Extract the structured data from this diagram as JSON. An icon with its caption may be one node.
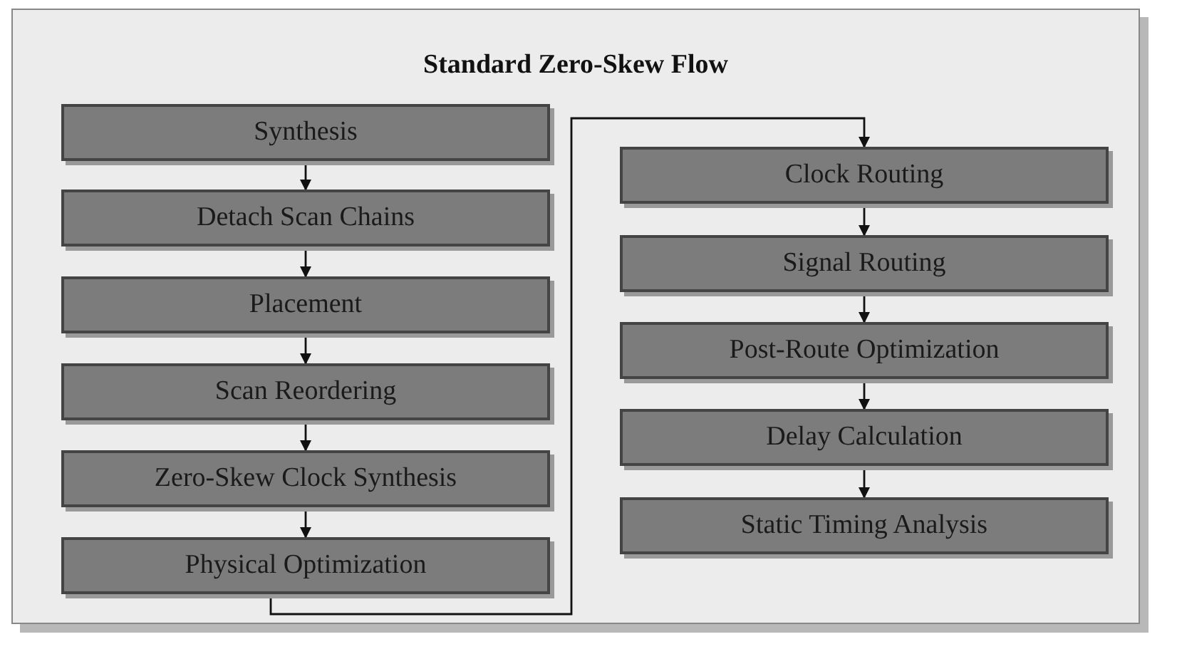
{
  "diagram": {
    "nodes": [
      {
        "text": [
          "Standard Zero-Skew Flow"
        ]
      },
      {
        "text": [
          "Synthesis"
        ],
        "in": 0
      },
      {
        "text": [
          "Detach Scan Chains"
        ],
        "in": 0
      },
      {
        "text": [
          "Placement"
        ],
        "in": 0
      },
      {
        "text": [
          "Scan Reordering"
        ],
        "in": 0
      },
      {
        "text": [
          "Zero-Skew Clock Synthesis"
        ],
        "in": 0
      },
      {
        "text": [
          "Physical Optimization"
        ],
        "in": 0
      },
      {
        "text": [
          "Clock Routing"
        ],
        "in": 0
      },
      {
        "text": [
          "Signal Routing"
        ],
        "in": 0
      },
      {
        "text": [
          "Post-Route Optimization"
        ],
        "in": 0
      },
      {
        "text": [
          "Delay Calculation"
        ],
        "in": 0
      },
      {
        "text": [
          "Static Timing Analysis"
        ],
        "in": 0
      }
    ],
    "edges": [
      {
        "from": 1,
        "to": 2,
        "arrow": "to"
      },
      {
        "from": 2,
        "to": 3,
        "arrow": "to"
      },
      {
        "from": 3,
        "to": 4,
        "arrow": "to"
      },
      {
        "from": 4,
        "to": 5,
        "arrow": "to"
      },
      {
        "from": 5,
        "to": 6,
        "arrow": "to"
      },
      {
        "from": 6,
        "to": 7,
        "arrow": "to"
      },
      {
        "from": 7,
        "to": 8,
        "arrow": "to"
      },
      {
        "from": 8,
        "to": 9,
        "arrow": "to"
      },
      {
        "from": 9,
        "to": 10,
        "arrow": "to"
      },
      {
        "from": 10,
        "to": 11,
        "arrow": "to"
      }
    ]
  }
}
